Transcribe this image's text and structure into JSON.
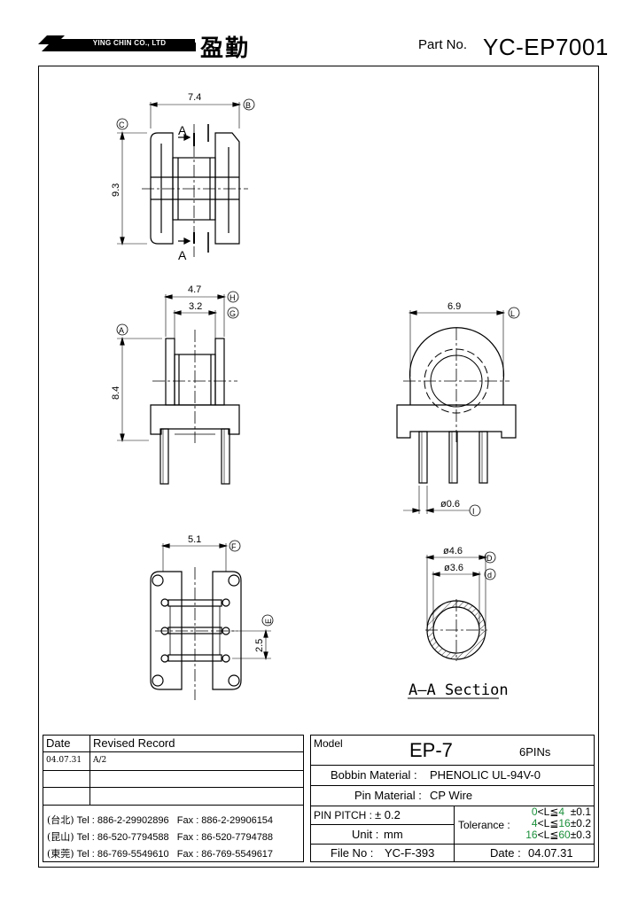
{
  "header": {
    "company_en": "YING CHIN CO., LTD",
    "company_cn": "盈勤",
    "part_label": "Part No.",
    "part_number": "YC-EP7001"
  },
  "drawing": {
    "top_view": {
      "width_dim": "7.4",
      "width_ref": "B",
      "height_dim": "9.3",
      "height_ref": "C",
      "section_mark": "A"
    },
    "side_view": {
      "outer_dim": "4.7",
      "outer_ref": "H",
      "inner_dim": "3.2",
      "inner_ref": "G",
      "height_dim": "8.4",
      "height_ref": "A"
    },
    "front_view": {
      "width_dim": "6.9",
      "width_ref": "L",
      "pin_dim": "ø0.6",
      "pin_ref": "I"
    },
    "bottom_view": {
      "width_dim": "5.1",
      "width_ref": "F",
      "pitch_dim": "2.5",
      "pitch_ref": "E"
    },
    "section_view": {
      "outer_dim": "ø4.6",
      "outer_ref": "D",
      "inner_dim": "ø3.6",
      "inner_ref": "d",
      "title": "A–A Section"
    }
  },
  "revision": {
    "header_date": "Date",
    "header_record": "Revised Record",
    "rows": [
      {
        "date": "04.07.31",
        "record": "A/2"
      }
    ]
  },
  "contacts": [
    {
      "city": "(台北)",
      "tel": "Tel : 886-2-29902896",
      "fax": "Fax : 886-2-29906154"
    },
    {
      "city": "(昆山)",
      "tel": "Tel : 86-520-7794588",
      "fax": "Fax : 86-520-7794788"
    },
    {
      "city": "(東莞)",
      "tel": "Tel : 86-769-5549610",
      "fax": "Fax : 86-769-5549617"
    }
  ],
  "spec": {
    "model_label": "Model",
    "model": "EP-7",
    "pins": "6PINs",
    "bobbin_label": "Bobbin  Material :",
    "bobbin_value": "PHENOLIC UL-94V-0",
    "pin_label": "Pin  Material :",
    "pin_value": "CP Wire",
    "pitch_label": "PIN  PITCH :",
    "pitch_value": "± 0.2",
    "unit_label": "Unit :",
    "unit_value": "mm",
    "file_label": "File  No :",
    "file_value": "YC-F-393",
    "tolerance_label": "Tolerance :",
    "tolerance": [
      {
        "lo": "0",
        "op": "<L≦",
        "hi": "4",
        "tol": "±0.1"
      },
      {
        "lo": "4",
        "op": "<L≦",
        "hi": "16",
        "tol": "±0.2"
      },
      {
        "lo": "16",
        "op": "<L≦",
        "hi": "60",
        "tol": "±0.3"
      }
    ],
    "date_label": "Date :",
    "date_value": "04.07.31"
  }
}
